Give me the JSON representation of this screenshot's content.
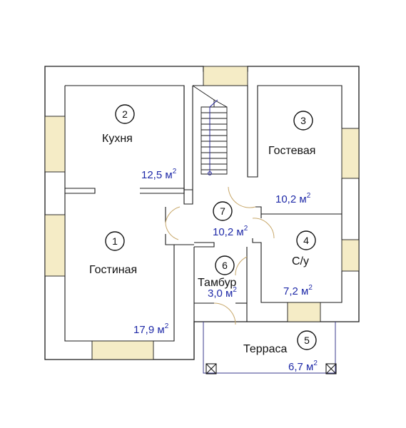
{
  "rooms": [
    {
      "number": "1",
      "name": "Гостиная",
      "area": "17,9 м",
      "unit_exp": "2"
    },
    {
      "number": "2",
      "name": "Кухня",
      "area": "12,5 м",
      "unit_exp": "2"
    },
    {
      "number": "3",
      "name": "Гостевая",
      "area": "10,2 м",
      "unit_exp": "2"
    },
    {
      "number": "4",
      "name": "С/у",
      "area": "7,2 м",
      "unit_exp": "2"
    },
    {
      "number": "5",
      "name": "Терраса",
      "area": "6,7 м",
      "unit_exp": "2"
    },
    {
      "number": "6",
      "name": "Тамбур",
      "area": "3,0 м",
      "unit_exp": "2"
    },
    {
      "number": "7",
      "name": "",
      "area": "10,2 м",
      "unit_exp": "2"
    }
  ],
  "colors": {
    "wall": "#1a1a1a",
    "window": "#f5ecc6",
    "door": "#c8a86b",
    "area_text": "#1f2aa8"
  }
}
